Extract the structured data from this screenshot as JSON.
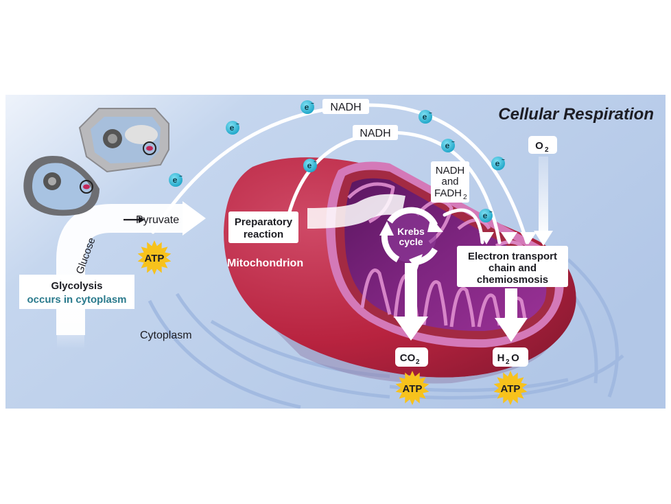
{
  "title": "Cellular Respiration",
  "colors": {
    "background_light": "#e9f0fa",
    "background": "#b6cae8",
    "mito_outer": "#b8233f",
    "mito_outer_dark": "#8e1a33",
    "mito_inner": "#7a2277",
    "mito_membrane": "#d98ac4",
    "electron": "#2fb6d6",
    "atp_burst": "#f7c21c",
    "glycolysis_accent": "#2a7a8c",
    "arrow": "#ffffff"
  },
  "labels": {
    "glucose": "Glucose",
    "pyruvate": "Pyruvate",
    "glycolysis": "Glycolysis",
    "glycolysis_location": "occurs in cytoplasm",
    "preparatory_line1": "Preparatory",
    "preparatory_line2": "reaction",
    "mitochondrion": "Mitochondrion",
    "cytoplasm": "Cytoplasm",
    "krebs_line1": "Krebs",
    "krebs_line2": "cycle",
    "nadh_outer": "NADH",
    "nadh_inner": "NADH",
    "nadh_fadh_line1": "NADH",
    "nadh_fadh_line2": "and",
    "nadh_fadh_line3": "FADH",
    "nadh_fadh_sub": "2",
    "etc_line1": "Electron transport",
    "etc_line2": "chain and",
    "etc_line3": "chemiosmosis",
    "o2": "O",
    "o2_sub": "2",
    "co2": "CO",
    "co2_sub": "2",
    "h2o_h": "H",
    "h2o_sub": "2",
    "h2o_o": "O"
  },
  "electron": {
    "symbol": "e",
    "charge": "−"
  },
  "atp": [
    {
      "label": "ATP",
      "stage": "glycolysis"
    },
    {
      "label": "ATP",
      "stage": "krebs-cycle"
    },
    {
      "label": "ATP",
      "stage": "electron-transport"
    }
  ],
  "cell_icons": [
    {
      "name": "plant-cell-icon"
    },
    {
      "name": "animal-cell-icon"
    }
  ]
}
